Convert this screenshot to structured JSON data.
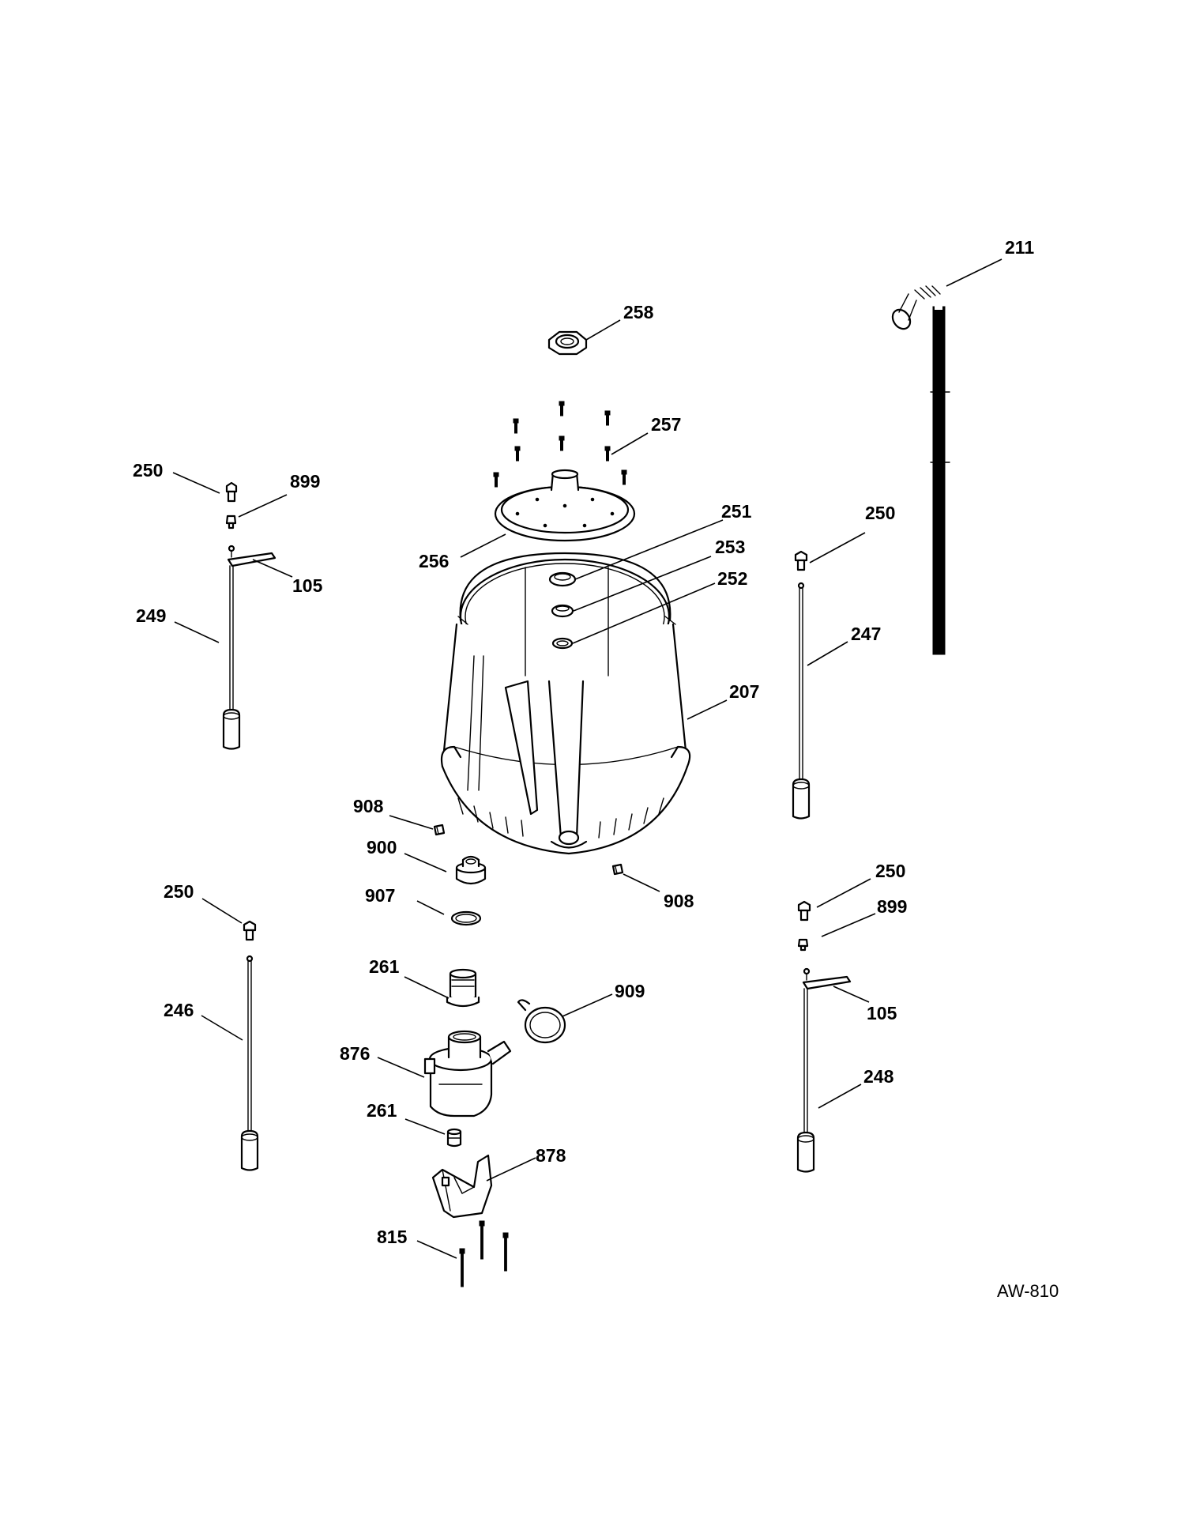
{
  "diagram_code": "AW-810",
  "callouts": {
    "p211": "211",
    "p258": "258",
    "p257": "257",
    "p256": "256",
    "p251": "251",
    "p253": "253",
    "p252": "252",
    "p207": "207",
    "p250_tl": "250",
    "p899_tl": "899",
    "p105_l": "105",
    "p249": "249",
    "p250_tr": "250",
    "p247": "247",
    "p908_a": "908",
    "p900": "900",
    "p907": "907",
    "p908_b": "908",
    "p250_bl": "250",
    "p246": "246",
    "p261_a": "261",
    "p909": "909",
    "p876": "876",
    "p261_b": "261",
    "p878": "878",
    "p815": "815",
    "p250_br": "250",
    "p899_br": "899",
    "p105_r": "105",
    "p248": "248"
  }
}
